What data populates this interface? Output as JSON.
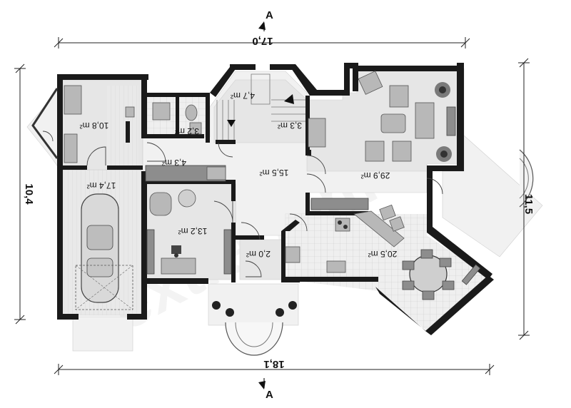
{
  "dimensions": {
    "width_top": "17,0",
    "width_bottom": "18,1",
    "height_left": "10,4",
    "height_right": "11,5"
  },
  "section": {
    "top": "A",
    "bottom": "A"
  },
  "rooms": {
    "utility": "10,8 m²",
    "wc": "3,2 m²",
    "hall_corridor": "4,3 m²",
    "stair_hall": "4,7 m²",
    "storage": "3,3 m²",
    "garage": "17,4 m²",
    "main_hall": "15,5 m²",
    "living": "29,9 m²",
    "study": "13,2 m²",
    "closet": "2,0 m²",
    "kitchen_dining": "20,5 m²"
  },
  "watermark": "extradom"
}
